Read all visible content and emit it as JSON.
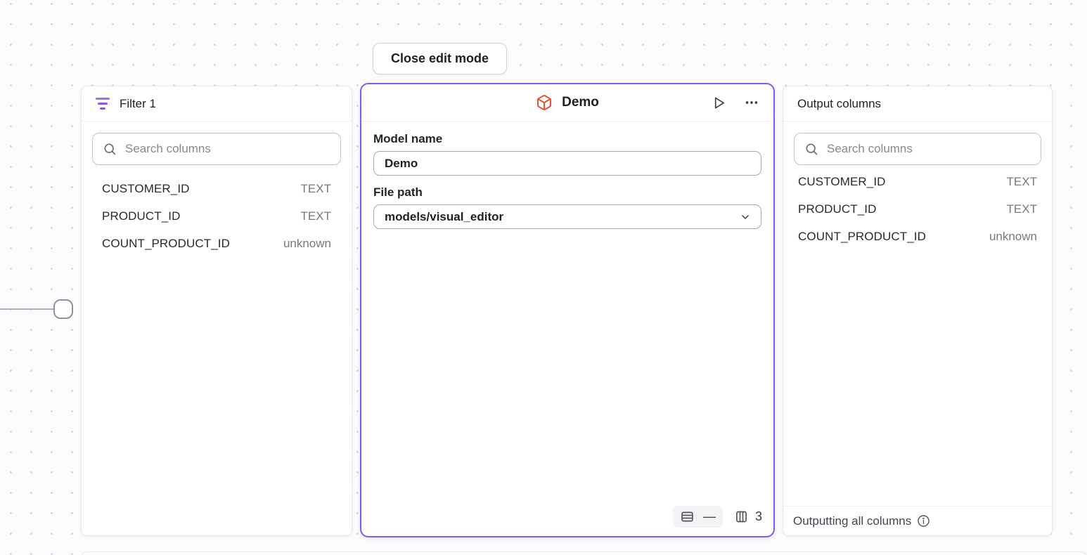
{
  "toolbar": {
    "close_button_label": "Close edit mode"
  },
  "filter_panel": {
    "title": "Filter 1",
    "search_placeholder": "Search columns",
    "columns": [
      {
        "name": "CUSTOMER_ID",
        "type": "TEXT"
      },
      {
        "name": "PRODUCT_ID",
        "type": "TEXT"
      },
      {
        "name": "COUNT_PRODUCT_ID",
        "type": "unknown"
      }
    ]
  },
  "model_panel": {
    "title": "Demo",
    "model_name_label": "Model name",
    "model_name_value": "Demo",
    "file_path_label": "File path",
    "file_path_value": "models/visual_editor",
    "stats": {
      "rows": "—",
      "columns": "3"
    },
    "accent_border_color": "#7c5df6",
    "cube_icon_color": "#e2533c"
  },
  "output_panel": {
    "title": "Output columns",
    "search_placeholder": "Search columns",
    "columns": [
      {
        "name": "CUSTOMER_ID",
        "type": "TEXT"
      },
      {
        "name": "PRODUCT_ID",
        "type": "TEXT"
      },
      {
        "name": "COUNT_PRODUCT_ID",
        "type": "unknown"
      }
    ],
    "footer_text": "Outputting all columns"
  },
  "icons": {
    "filter": "filter-lines-icon",
    "cube": "cube-icon",
    "play": "play-icon",
    "ellipsis": "ellipsis-icon",
    "search": "search-icon",
    "chevron_down": "chevron-down-icon",
    "rows": "table-rows-icon",
    "columns": "table-columns-icon",
    "info": "info-icon"
  },
  "colors": {
    "canvas_bg": "#fbfafc",
    "dot_grid": "#cfcbd2",
    "panel_border": "#e9e7eb",
    "muted_text": "#7b7680",
    "filter_icon_purple": "#9050ee"
  }
}
